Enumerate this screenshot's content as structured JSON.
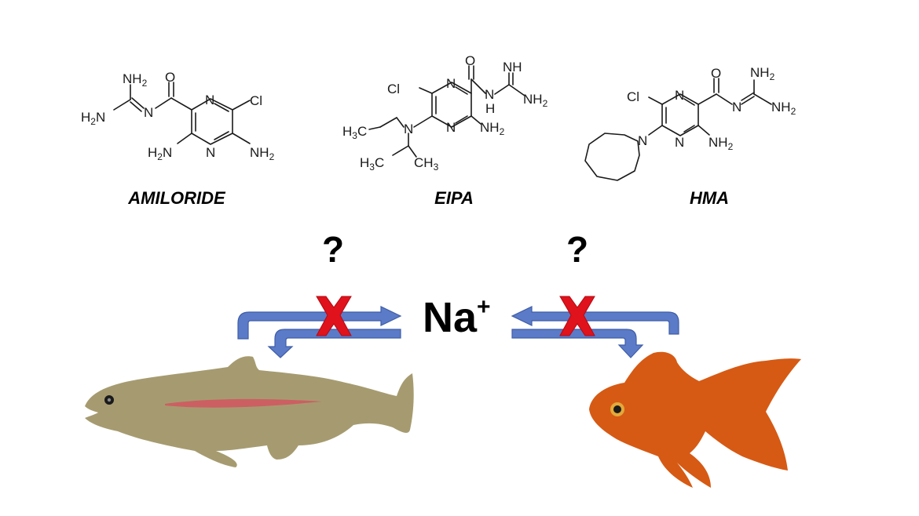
{
  "compounds": [
    {
      "name": "AMILORIDE"
    },
    {
      "name": "EIPA"
    },
    {
      "name": "HMA"
    }
  ],
  "atoms": {
    "amiloride": [
      "NH2",
      "O",
      "H2N",
      "N",
      "N",
      "Cl",
      "H2N",
      "N",
      "NH2"
    ],
    "eipa": [
      "O",
      "NH",
      "Cl",
      "N",
      "N",
      "H",
      "NH2",
      "H3C",
      "N",
      "N",
      "NH2",
      "H3C",
      "CH3"
    ],
    "hma": [
      "O",
      "NH2",
      "Cl",
      "N",
      "N",
      "NH2",
      "N",
      "N",
      "NH2"
    ]
  },
  "question_marks": [
    "?",
    "?"
  ],
  "ion": {
    "symbol": "Na",
    "charge": "+"
  },
  "colors": {
    "arrow": "#5b7bc8",
    "arrow_stroke": "#3f5ea8",
    "block_x": "#e0121c",
    "trout_body": "#a69b70",
    "trout_stripe": "#cc5f62",
    "goldfish": "#d65a14",
    "eye_ring": "#e3a93a"
  },
  "icons": [
    "blocked-x-icon",
    "trout-icon",
    "goldfish-icon"
  ]
}
